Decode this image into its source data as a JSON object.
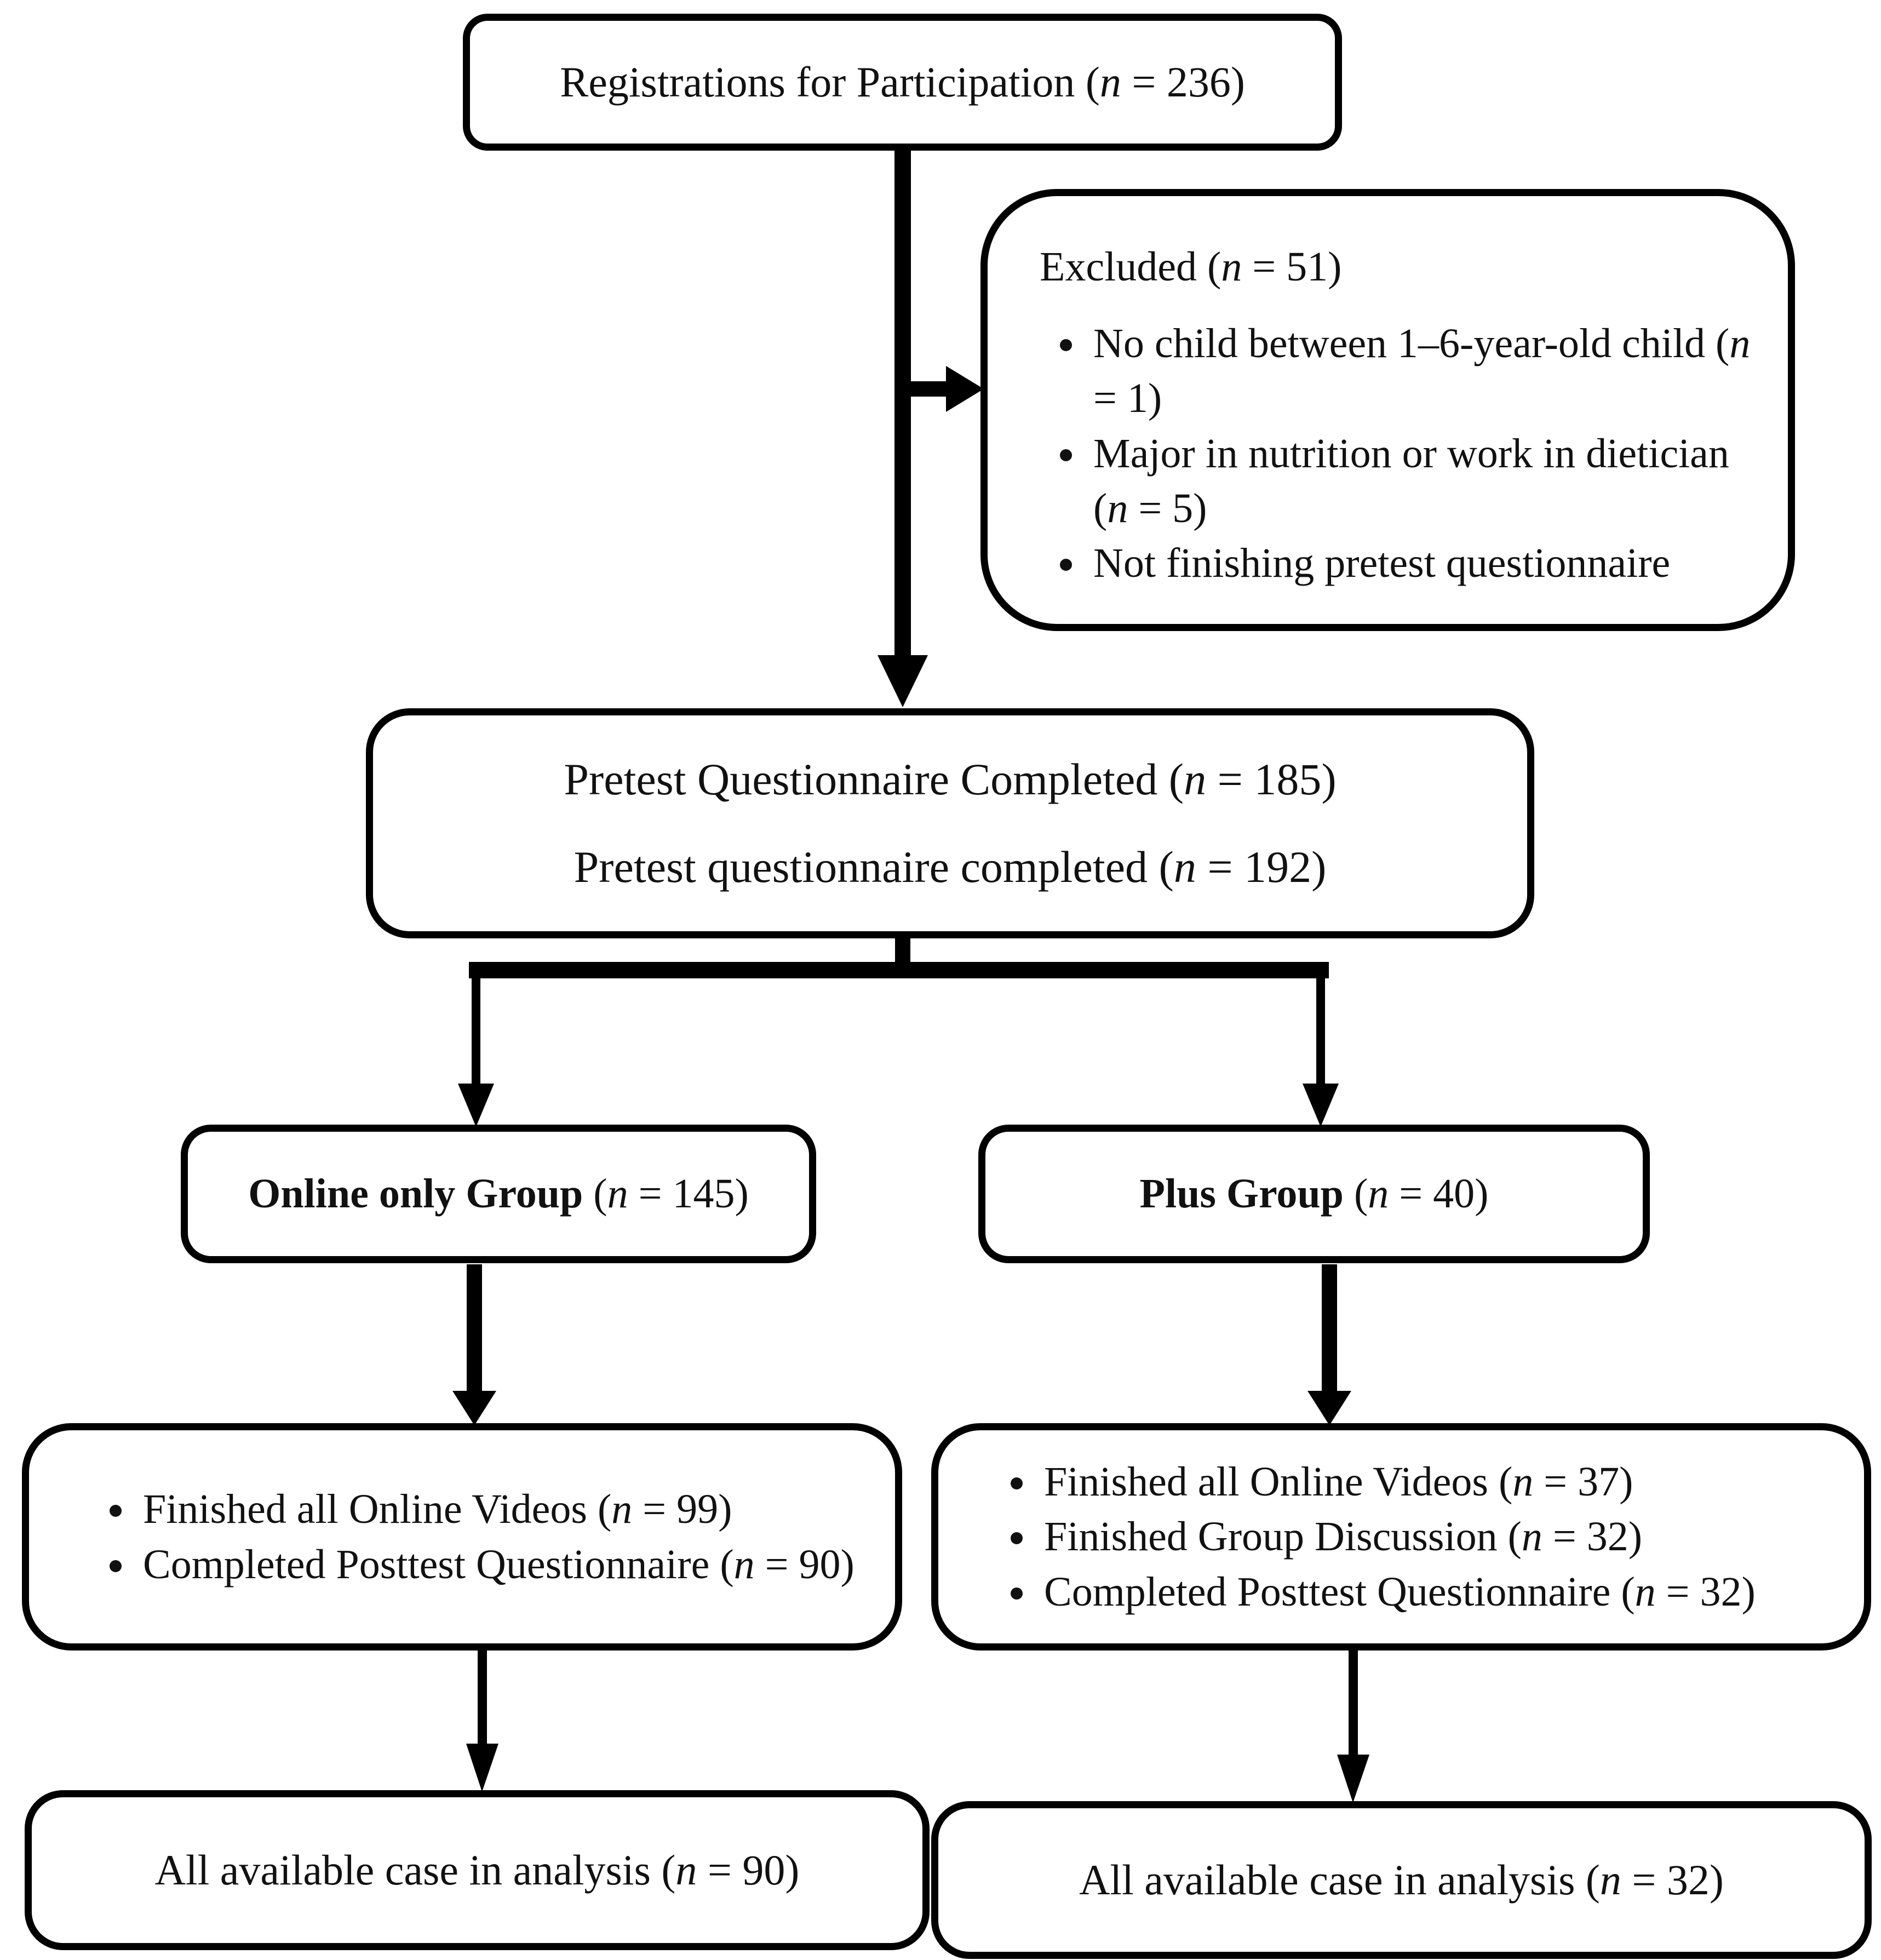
{
  "colors": {
    "background": "#ffffff",
    "line": "#000000",
    "box_border": "#000000",
    "text": "#111111"
  },
  "nodes": {
    "registrations": {
      "pre": "Registrations for Participation (",
      "n": "n",
      "post": " = 236)"
    },
    "excluded": {
      "title": {
        "pre": "Excluded (",
        "n": "n",
        "post": " = 51)"
      },
      "items": [
        {
          "pre": "No child between 1–6-year-old child (",
          "n": "n",
          "post": " = 1)"
        },
        {
          "pre": "Major in nutrition or work in dietician (",
          "n": "n",
          "post": " = 5)"
        },
        {
          "pre": "Not finishing pretest questionnaire",
          "n": "",
          "post": ""
        }
      ]
    },
    "pretest": {
      "line1": {
        "pre": "Pretest Questionnaire Completed (",
        "n": "n",
        "post": " = 185)"
      },
      "line2": {
        "pre": "Pretest questionnaire completed (",
        "n": "n",
        "post": " = 192)"
      }
    },
    "online_group": {
      "bold": "Online only Group",
      "pre": " (",
      "n": "n",
      "post": " = 145)"
    },
    "plus_group": {
      "bold": "Plus Group",
      "pre": " (",
      "n": "n",
      "post": " = 40)"
    },
    "online_outcomes": {
      "items": [
        {
          "pre": "Finished all Online Videos (",
          "n": "n",
          "post": " = 99)"
        },
        {
          "pre": "Completed Posttest Questionnaire (",
          "n": "n",
          "post": " = 90)"
        }
      ]
    },
    "plus_outcomes": {
      "items": [
        {
          "pre": "Finished all Online Videos (",
          "n": "n",
          "post": " = 37)"
        },
        {
          "pre": "Finished Group Discussion (",
          "n": "n",
          "post": " = 32)"
        },
        {
          "pre": "Completed Posttest Questionnaire (",
          "n": "n",
          "post": " = 32)"
        }
      ]
    },
    "online_analysis": {
      "pre": "All available case in analysis (",
      "n": "n",
      "post": " = 90)"
    },
    "plus_analysis": {
      "pre": "All available case in analysis (",
      "n": "n",
      "post": " = 32)"
    }
  }
}
